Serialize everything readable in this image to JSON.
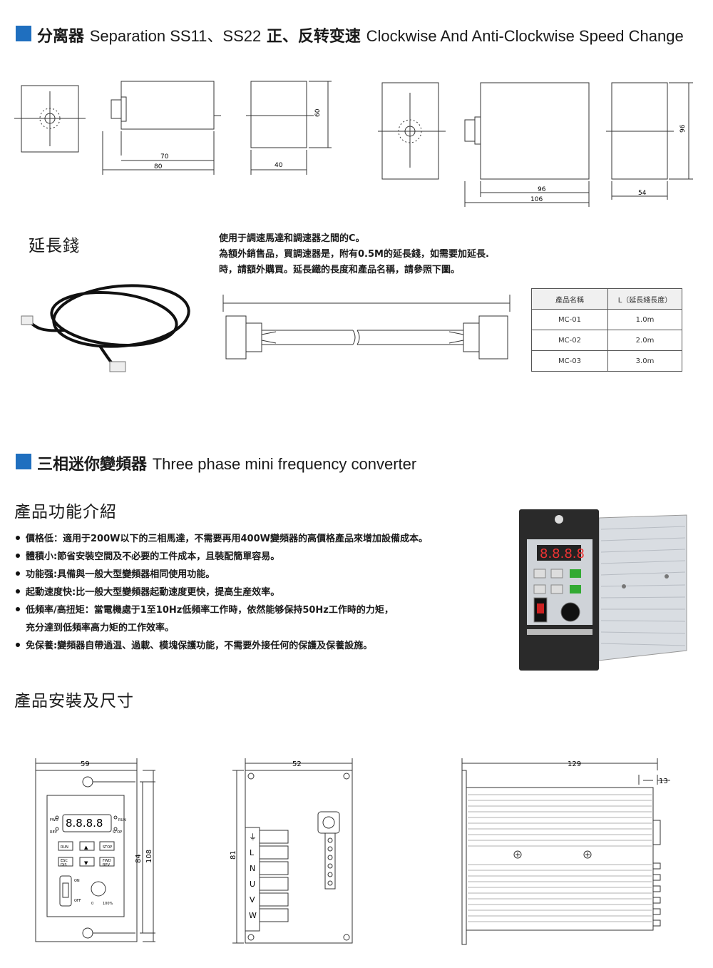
{
  "section1": {
    "title_cn": "分离器",
    "title_mid": "Separation SS11、SS22",
    "title_cn2": "正、反转变速",
    "title_en": "Clockwise And Anti-Clockwise Speed Change"
  },
  "dims_small": {
    "d70": "70",
    "d80": "80",
    "d40": "40",
    "d60": "60"
  },
  "dims_large": {
    "d96": "96",
    "d106": "106",
    "d54": "54",
    "d96v": "96"
  },
  "cable": {
    "title": "延長錢",
    "desc": [
      "使用于調速馬達和調速器之間的C。",
      "為額外銷售品，買調速器是，附有0.5M的延長錢，如需要加延長.",
      "時，請額外購買。延長鐵的長度和產品名稱，請參照下圖。"
    ],
    "table": {
      "headers": [
        "產品名稱",
        "L（延長綫長度）"
      ],
      "rows": [
        [
          "MC-01",
          "1.0m"
        ],
        [
          "MC-02",
          "2.0m"
        ],
        [
          "MC-03",
          "3.0m"
        ]
      ]
    }
  },
  "section2": {
    "title_cn": "三相迷你變頻器",
    "title_en": "Three phase mini frequency converter"
  },
  "features": {
    "heading": "產品功能介紹",
    "items": [
      "價格低：適用于200W以下的三相馬達，不需要再用400W變頻器的高價格產品來增加設備成本。",
      "體積小:節省安裝空間及不必要的工件成本，且裝配簡單容易。",
      "功能强:具備與一般大型變頻器相同使用功能。",
      "起動速度快:比一般大型變頻器起動速度更快，提高生産效率。",
      "低頻率/高扭矩：當電機處于1至10Hz低頻率工作時，依然能够保持50Hz工作時的力矩，",
      "免保養:變頻器自帶過温、過載、模塊保護功能，不需要外接任何的保護及保養設施。"
    ],
    "item5_cont": "充分達到低頻率高力矩的工作效率。"
  },
  "install": {
    "heading": "產品安裝及尺寸"
  },
  "panel": {
    "display": "8.8.8.8",
    "fwd": "FWD",
    "rev": "REV",
    "run": "RUN",
    "stop": "STOP",
    "esc": "ESC",
    "dis": "DIS",
    "fwd2": "FWD",
    "rev2": "REV",
    "on": "ON",
    "off": "OFF",
    "zero": "0",
    "max": "100%",
    "up": "▲",
    "down": "▼",
    "run_btn": "RUN"
  },
  "dims_bottom": {
    "w59": "59",
    "h84": "84",
    "h108": "108",
    "w52": "52",
    "h81": "81",
    "w129": "129",
    "w13": "13"
  },
  "terminals": [
    "⏚",
    "L",
    "N",
    "U",
    "V",
    "W"
  ]
}
